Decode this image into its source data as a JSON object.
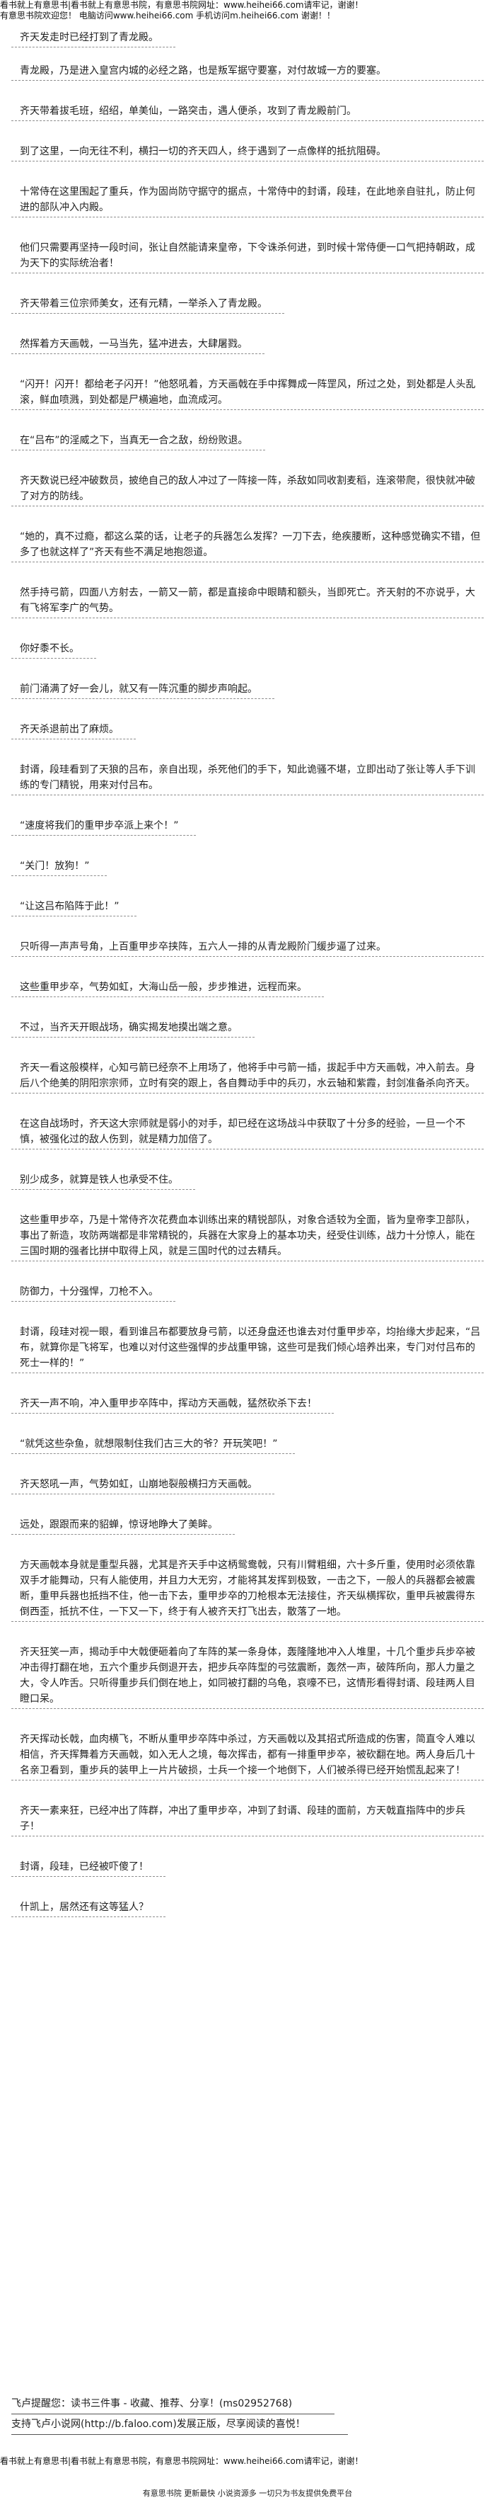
{
  "header": {
    "line1": "看书就上有意思书|看书就上有意思书院，有意思书院网址：www.heihei66.com请牢记，谢谢！",
    "line2": "有意思书院欢迎您！ 电脑访问www.heihei66.com  手机访问m.heihei66.com 谢谢！！"
  },
  "paragraphs": [
    "齐天发走时已经打到了青龙殿。",
    "青龙殿，乃是进入皇宫内城的必经之路，也是叛军据守要塞，对付故城一方的要塞。",
    "齐天带着拔毛班，绍绍，单美仙，一路突击，遇人便杀，攻到了青龙殿前门。",
    "到了这里，一向无往不利，横扫一切的齐天四人，终于遇到了一点像样的抵抗阻碍。",
    "十常侍在这里围起了重兵，作为固尚防守据守的据点，十常侍中的封谞，段珪，在此地亲自驻扎，防止何进的部队冲入内殿。",
    "他们只需要再坚持一段时间，张让自然能请来皇帝，下令诛杀何进，到时候十常侍便一口气把持朝政，成为天下的实际统治者！",
    "齐天带着三位宗师美女，还有元精，一举杀入了青龙殿。",
    "然挥着方天画戟，一马当先，猛冲进去，大肆屠戮。",
    "“闪开！闪开！都给老子闪开！”他怒吼着，方天画戟在手中挥舞成一阵罡风，所过之处，到处都是人头乱滚，鲜血喷溅，到处都是尸横遍地，血流成河。",
    "在“吕布”的淫威之下，当真无一合之敌，纷纷败退。",
    "齐天数说已经冲破数员，披绝自己的敌人冲过了一阵接一阵，杀敌如同收割麦稻，连滚带爬，很快就冲破了对方的防线。",
    "“她的，真不过瘾，都这么菜的话，让老子的兵器怎么发挥？一刀下去，绝疾腰断，这种感觉确实不错，但多了也就这样了”齐天有些不满足地抱怨道。",
    "然手持弓箭，四面八方射去，一箭又一箭，都是直接命中眼睛和额头，当即死亡。齐天射的不亦说乎，大有飞将军李广的气势。",
    "你好黍不长。",
    "前门涌满了好一会儿，就又有一阵沉重的脚步声响起。",
    "齐天杀退前出了麻烦。",
    "封谞，段珪看到了天狼的吕布，亲自出现，杀死他们的手下，知此诡骚不堪，立即出动了张让等人手下训练的专门精锐，用来对付吕布。",
    "“速度将我们的重甲步卒派上来个！”",
    "“关门！放狗！”",
    "“让这吕布陷阵于此！”",
    "只听得一声声号角，上百重甲步卒挟阵，五六人一排的从青龙殿阶门缓步逼了过来。",
    "这些重甲步卒，气势如虹，大海山岳一般，步步推进，远程而来。",
    "不过，当齐天开眼战场，确实揭发地摸出端之意。",
    "齐天一看这般模样，心知弓箭已经奈不上用场了，他将手中弓箭一插，拔起手中方天画戟，冲入前去。身后八个绝美的阴阳宗宗师，立时有突的跟上，各自舞动手中的兵刃，水云轴和紫霞，封剑准备杀向齐天。",
    "在这自战场时，齐天这大宗师就是弱小的对手，却已经在这场战斗中获取了十分多的经验，一旦一个不慎，被强化过的敌人伤到，就是精力加倍了。",
    "别少成多，就算是铁人也承受不住。",
    "这些重甲步卒，乃是十常侍齐次花费血本训练出来的精锐部队，对象合适较为全面，皆为皇帝李卫部队，事出了新造，攻防两端都是非常精锐的，兵器在大家身上的基本功夫，经受住训练，战力十分惊人，能在三国时期的强者比拼中取得上风，就是三国时代的过去精兵。",
    "防御力，十分强悍，刀枪不入。",
    "封谞，段珪对视一眼，看到谁吕布都要放身弓箭，以还身盘还也谁去对付重甲步卒，均抬缘大步起来，“吕布，就算你是飞将军，也难以对付这些强悍的步战重甲锦，这些可是我们倾心培养出来，专门对付吕布的死士一样的！”",
    "齐天一声不响，冲入重甲步卒阵中，挥动方天画戟，猛然砍杀下去！",
    "“就凭这些杂鱼，就想限制住我们古三大的爷？开玩笑吧！”",
    "齐天怒吼一声，气势如虹，山崩地裂般横扫方天画戟。",
    "远处，跟跟而来的貂蝉，惊讶地睁大了美眸。",
    "方天画戟本身就是重型兵器，尤其是齐天手中这柄鸳鸯戟，只有川臂粗细，六十多斤重，使用时必须依靠双手才能舞动，只有人能使用，并且力大无穷，才能将其发挥到极致，一击之下，一般人的兵器都会被震断，重甲兵器也抵挡不住，他一击下去，重甲步卒的刀枪根本无法接住，齐天纵横挥砍，重甲兵被震得东倒西歪，抵抗不住，一下又一下，终于有人被齐天打飞出去，散落了一地。",
    "齐天狂笑一声，揭动手中大戟便砸着向了车阵的某一条身体，轰隆隆地冲入人堆里，十几个重步兵步卒被冲击得打翻在地，五六个重步兵倒退开去，把步兵卒阵型的弓弦震断，轰然一声，破阵所向，那人力量之大，令人咋舌。只听得重步兵们倒在地上，如同被打翻的乌龟，哀嚎不已，这情形看得封谞、段珪两人目瞪口呆。",
    "齐天挥动长戟，血肉横飞，不断从重甲步卒阵中杀过，方天画戟以及其招式所造成的伤害，简直令人难以相信，齐天挥舞着方天画戟，如入无人之境，每次挥击，都有一排重甲步卒，被砍翻在地。两人身后几十名亲卫看到，重步兵的装甲上一片片破损，士兵一个接一个地倒下，人们被杀得已经开始慌乱起来了！",
    "齐天一素来狂，已经冲出了阵群，冲出了重甲步卒，冲到了封谞、段珪的面前，方天戟直指阵中的步兵子！",
    "封谞，段珪，已经被吓傻了！",
    "什凯上，居然还有这等猛人？"
  ],
  "footer": {
    "line1": "飞卢提醒您：读书三件事 - 收藏、推荐、分享！(ms02952768)",
    "line2": "支持飞卢小说网(http://b.faloo.com)发展正版，尽享阅读的喜悦！"
  },
  "bottom": {
    "line1": "看书就上有意思书|看书就上有意思书院，有意思书院网址：www.heihei66.com请牢记，谢谢！",
    "line2": "有意思书院 更新最快 小说资源多 一切只为书友提供免费平台"
  }
}
